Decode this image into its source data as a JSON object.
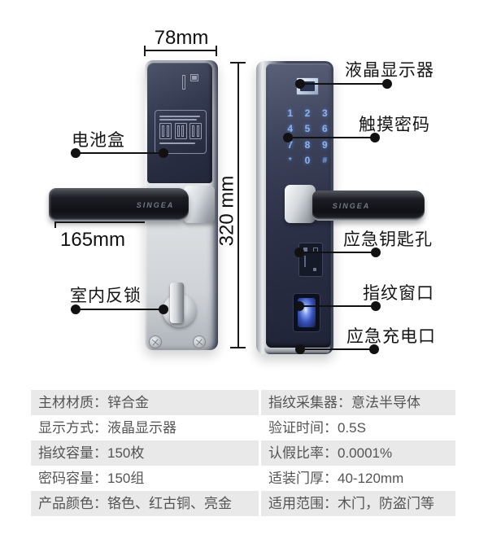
{
  "product": {
    "brand": "SINGEA",
    "dimensions": {
      "width": "78mm",
      "height": "320 mm",
      "handle_length": "165mm"
    }
  },
  "callouts": {
    "battery_box": "电池盒",
    "indoor_deadbolt": "室内反锁",
    "lcd_display": "液晶显示器",
    "touch_password": "触摸密码",
    "emergency_keyhole": "应急钥匙孔",
    "fingerprint_window": "指纹窗口",
    "emergency_charge_port": "应急充电口"
  },
  "keypad": [
    "1",
    "2",
    "3",
    "4",
    "5",
    "6",
    "7",
    "8",
    "9",
    "*",
    "0",
    "#"
  ],
  "specs": {
    "left": [
      "主材材质：锌合金",
      "显示方式：液晶显示器",
      "指纹容量：150枚",
      "密码容量：150组",
      "产品颜色：铬色、红古铜、亮金"
    ],
    "right": [
      "指纹采集器：意法半导体",
      "验证时间：0.5S",
      "认假比率：0.0001%",
      "适装门厚：40-120mm",
      "适用范围：木门，防盗门等"
    ]
  },
  "colors": {
    "background": "#ffffff",
    "lock_body_dark": "#2b3047",
    "lock_body_chrome": "#dcdfe2",
    "keypad_glow_blue": "#8fb2ee",
    "fingerprint_blue": "#3550b8",
    "annotation_text": "#151515",
    "table_row_gray": "#e9e9e9",
    "table_text": "#545454"
  }
}
